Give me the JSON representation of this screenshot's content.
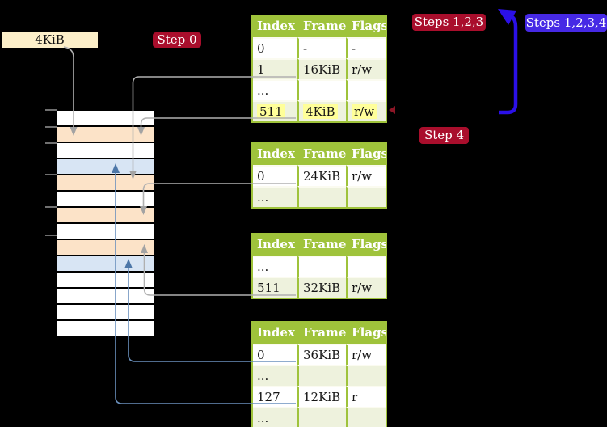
{
  "labels": {
    "page_size": "4KiB",
    "step0": "Step 0",
    "steps_123": "Steps 1,2,3",
    "steps_1234": "Steps 1,2,3,4",
    "step4": "Step 4"
  },
  "colors": {
    "table_header_green": "#9fc33b",
    "table_row_tint": "#eef2dd",
    "highlight_yellow": "#ffff99",
    "label_red": "#a90e2c",
    "label_blue": "#4629e5",
    "thick_arrow_blue": "#2b10e8",
    "memory_orange": "#fce3c8",
    "memory_blue": "#d8e5f4",
    "connector_gray": "#b0b0b0",
    "connector_blue": "#6a90bd",
    "page_size_box_bg": "#fcefc9"
  },
  "memory": {
    "rows": [
      "white",
      "orange",
      "white",
      "blue",
      "orange",
      "white",
      "orange",
      "white",
      "orange",
      "blue",
      "white",
      "white",
      "white",
      "white"
    ]
  },
  "tables": [
    {
      "name": "page-table-top",
      "headers": [
        "Index",
        "Frame",
        "Flags"
      ],
      "rows": [
        {
          "index": "0",
          "frame": "-",
          "flags": "-"
        },
        {
          "index": "1",
          "frame": "16KiB",
          "flags": "r/w"
        },
        {
          "index": "...",
          "frame": "",
          "flags": ""
        },
        {
          "index": "511",
          "frame": "4KiB",
          "flags": "r/w"
        }
      ]
    },
    {
      "name": "page-table-second",
      "headers": [
        "Index",
        "Frame",
        "Flags"
      ],
      "rows": [
        {
          "index": "0",
          "frame": "24KiB",
          "flags": "r/w"
        },
        {
          "index": "...",
          "frame": "",
          "flags": ""
        }
      ]
    },
    {
      "name": "page-table-third",
      "headers": [
        "Index",
        "Frame",
        "Flags"
      ],
      "rows": [
        {
          "index": "...",
          "frame": "",
          "flags": ""
        },
        {
          "index": "511",
          "frame": "32KiB",
          "flags": "r/w"
        }
      ]
    },
    {
      "name": "page-table-bottom",
      "headers": [
        "Index",
        "Frame",
        "Flags"
      ],
      "rows": [
        {
          "index": "0",
          "frame": "36KiB",
          "flags": "r/w"
        },
        {
          "index": "...",
          "frame": "",
          "flags": ""
        },
        {
          "index": "127",
          "frame": "12KiB",
          "flags": "r"
        },
        {
          "index": "...",
          "frame": "",
          "flags": ""
        }
      ]
    }
  ]
}
